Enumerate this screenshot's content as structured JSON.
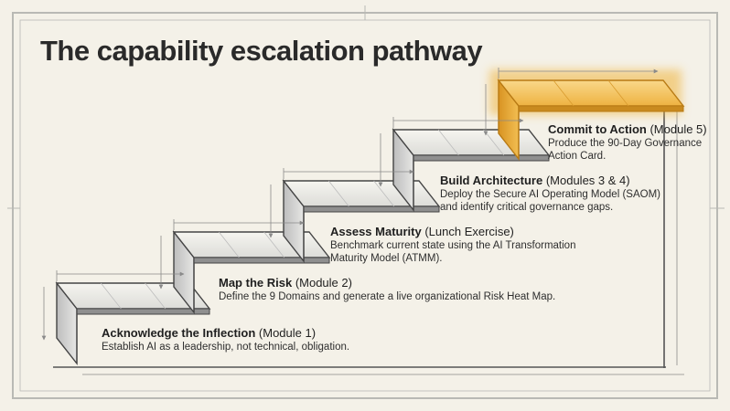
{
  "title": "The capability escalation pathway",
  "steps": [
    {
      "name": "Acknowledge the Inflection",
      "module": "(Module 1)",
      "desc": [
        "Establish AI as a leadership, not technical, obligation."
      ]
    },
    {
      "name": "Map the Risk",
      "module": "(Module 2)",
      "desc": [
        "Define the 9 Domains and generate a live organizational Risk Heat Map."
      ]
    },
    {
      "name": "Assess Maturity",
      "module": "(Lunch Exercise)",
      "desc": [
        "Benchmark current state using the AI Transformation",
        "Maturity Model (ATMM)."
      ]
    },
    {
      "name": "Build Architecture",
      "module": "(Modules 3 & 4)",
      "desc": [
        "Deploy the Secure AI Operating Model (SAOM)",
        "and identify critical governance gaps."
      ]
    },
    {
      "name": "Commit to Action",
      "module": "(Module 5)",
      "desc": [
        "Produce the 90-Day Governance",
        "Action Card."
      ],
      "highlight_color": "#f0b43a"
    }
  ]
}
